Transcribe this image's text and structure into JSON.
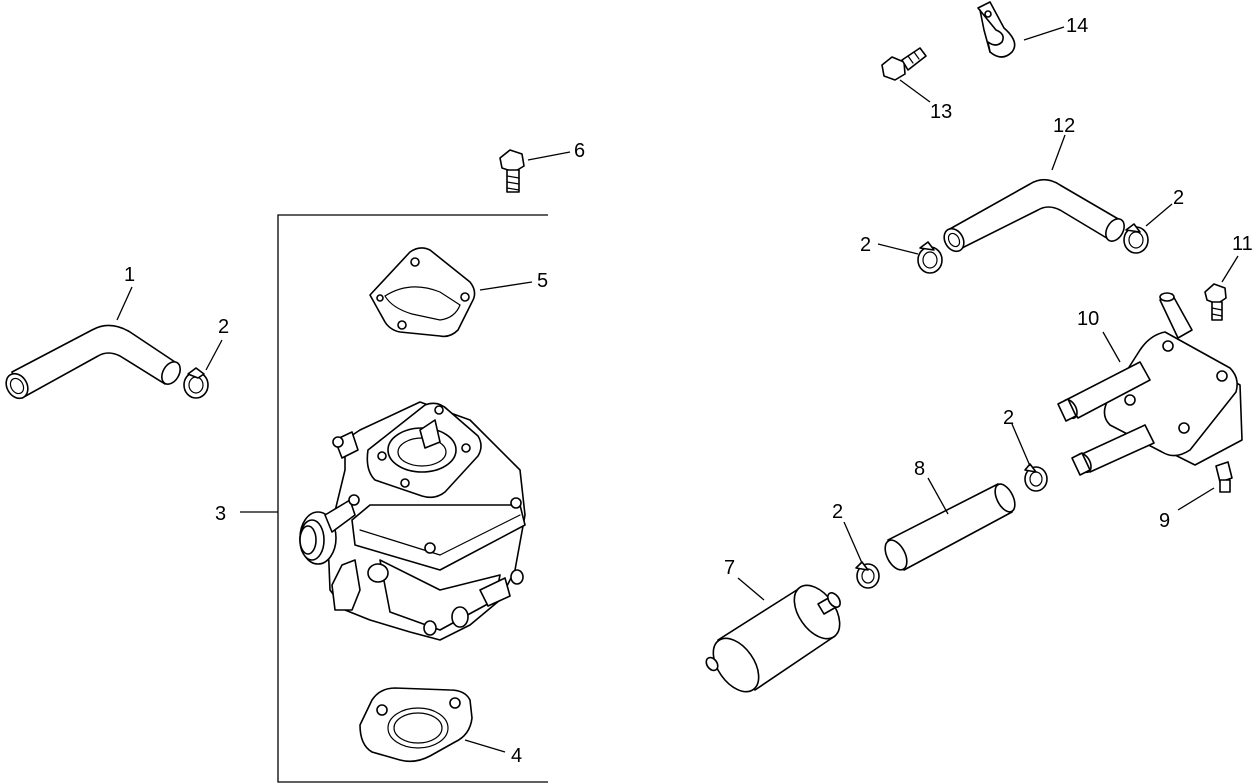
{
  "callouts": [
    {
      "id": "c1",
      "text": "1"
    },
    {
      "id": "c2a",
      "text": "2"
    },
    {
      "id": "c3",
      "text": "3"
    },
    {
      "id": "c4",
      "text": "4"
    },
    {
      "id": "c5",
      "text": "5"
    },
    {
      "id": "c6",
      "text": "6"
    },
    {
      "id": "c7",
      "text": "7"
    },
    {
      "id": "c8",
      "text": "8"
    },
    {
      "id": "c2b",
      "text": "2"
    },
    {
      "id": "c2c",
      "text": "2"
    },
    {
      "id": "c9",
      "text": "9"
    },
    {
      "id": "c10",
      "text": "10"
    },
    {
      "id": "c11",
      "text": "11"
    },
    {
      "id": "c2d",
      "text": "2"
    },
    {
      "id": "c2e",
      "text": "2"
    },
    {
      "id": "c12",
      "text": "12"
    },
    {
      "id": "c13",
      "text": "13"
    },
    {
      "id": "c14",
      "text": "14"
    }
  ]
}
